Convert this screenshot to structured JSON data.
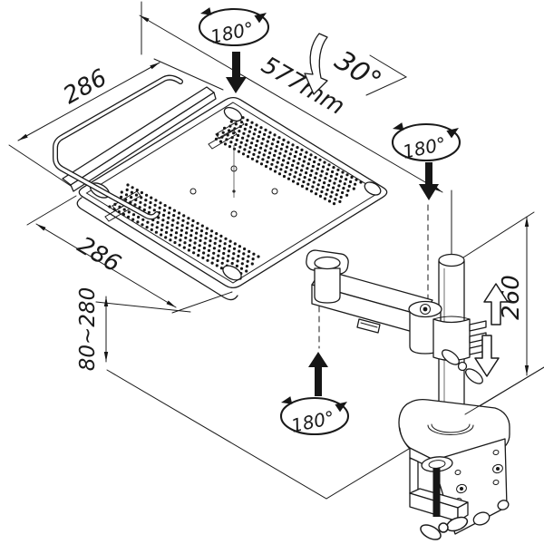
{
  "drawing": {
    "kind": "technical-line-drawing",
    "subject": "desk-clamp notebook tray arm",
    "dimensions": {
      "tray_side_top": "286",
      "tray_length": "577mm",
      "tray_side_bottom": "286",
      "height_range": "80~280",
      "pole_height": "260"
    },
    "angles": {
      "tilt": "30°",
      "rotation_tray": "180°",
      "rotation_arm": "180°",
      "rotation_base": "180°"
    },
    "colors": {
      "ink": "#1a1a1a",
      "paper": "#ffffff"
    }
  }
}
